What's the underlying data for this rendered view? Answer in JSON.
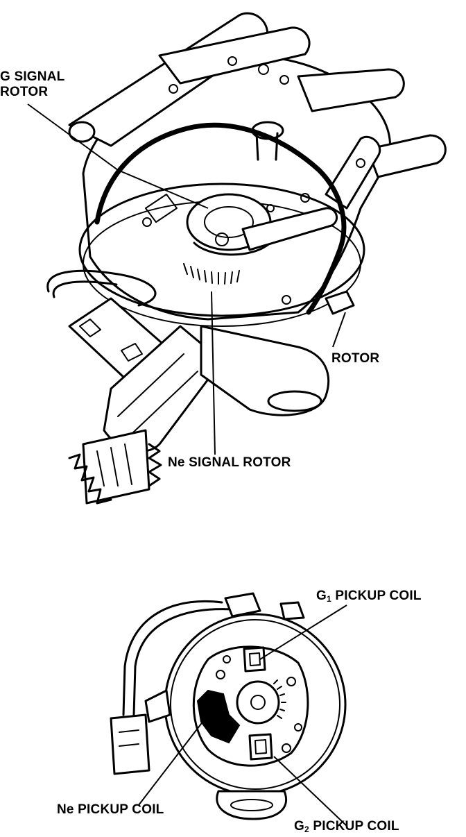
{
  "top_diagram": {
    "labels": {
      "g_signal_rotor_line1": "G SIGNAL",
      "g_signal_rotor_line2": "ROTOR",
      "rotor": "ROTOR",
      "ne_signal_rotor": "Ne SIGNAL ROTOR"
    }
  },
  "bottom_diagram": {
    "labels": {
      "g1_prefix": "G",
      "g1_subscript": "1",
      "g1_suffix": " PICKUP COIL",
      "g2_prefix": "G",
      "g2_subscript": "2",
      "g2_suffix": " PICKUP COIL",
      "ne_pickup_coil": "Ne PICKUP COIL"
    }
  }
}
